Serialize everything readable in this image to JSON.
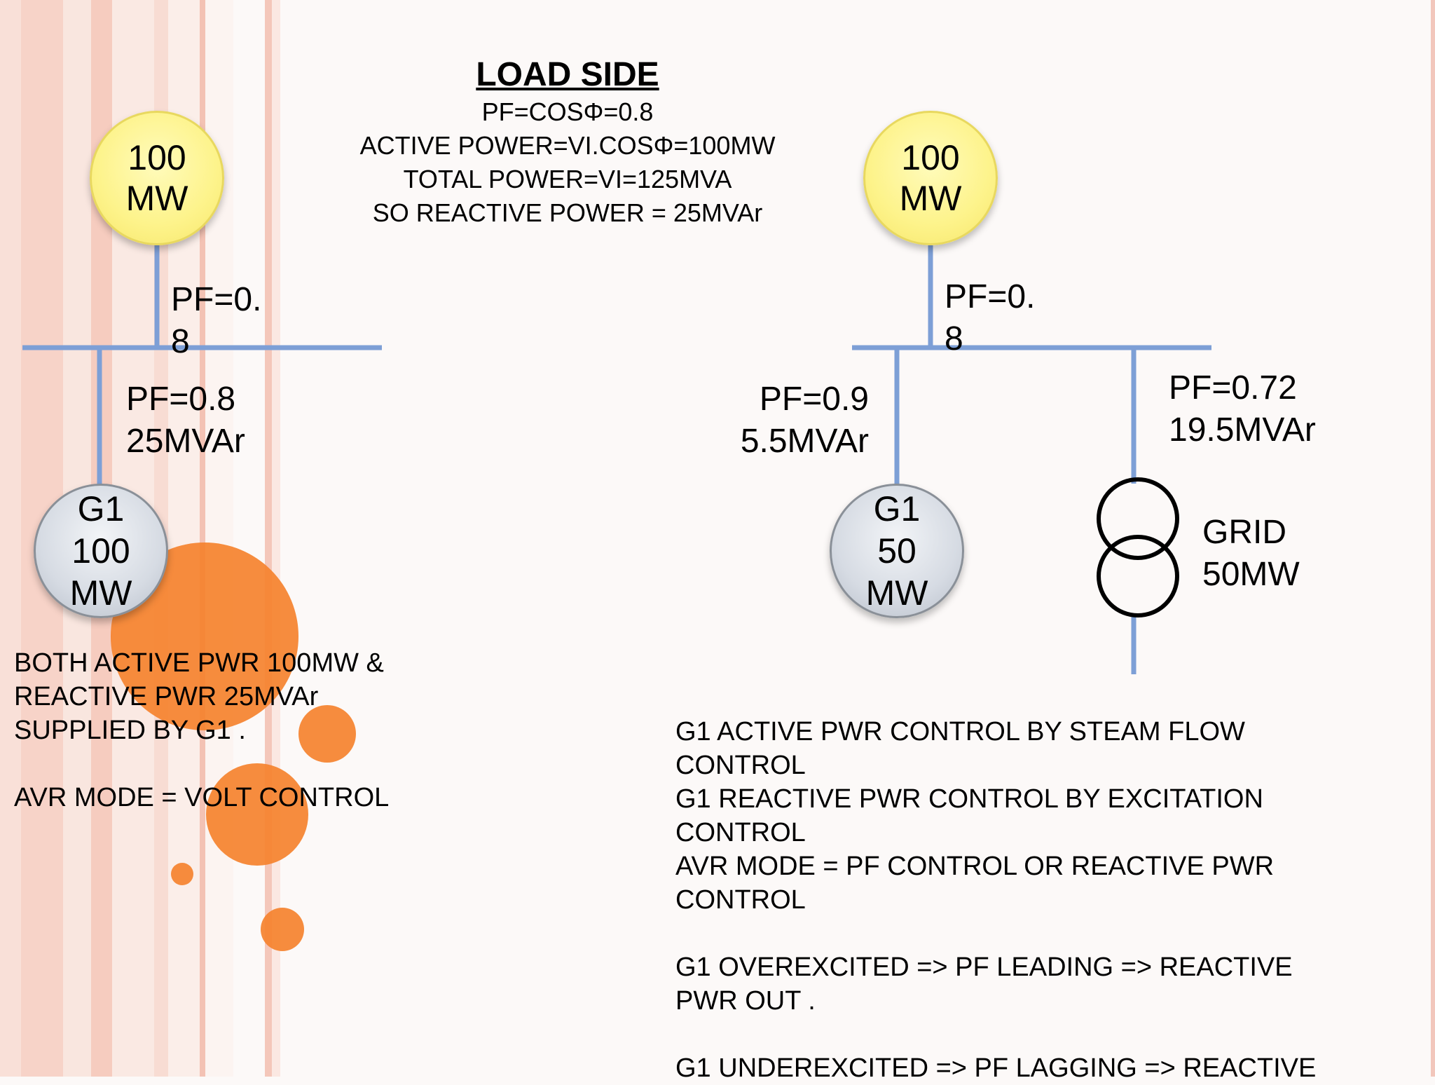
{
  "title_block": {
    "heading": "LOAD SIDE",
    "lines": [
      "PF=COSΦ=0.8",
      "ACTIVE POWER=VI.COSΦ=100MW",
      "TOTAL POWER=VI=125MVA",
      "SO REACTIVE POWER = 25MVAr"
    ]
  },
  "left_diagram": {
    "load": [
      "100",
      "MW"
    ],
    "load_pf": [
      "PF=0.",
      "8"
    ],
    "gen_pf": [
      "PF=0.8",
      "25MVAr"
    ],
    "generator": [
      "G1",
      "100",
      "MW"
    ],
    "notes": [
      "BOTH ACTIVE PWR 100MW &",
      "REACTIVE PWR 25MVAr",
      "SUPPLIED BY G1 .",
      "",
      "AVR MODE = VOLT CONTROL"
    ]
  },
  "right_diagram": {
    "load": [
      "100",
      "MW"
    ],
    "load_pf": [
      "PF=0.",
      "8"
    ],
    "gen_pf": [
      "PF=0.9",
      "5.5MVAr"
    ],
    "grid_pf": [
      "PF=0.72",
      "19.5MVAr"
    ],
    "generator": [
      "G1",
      "50",
      "MW"
    ],
    "grid": [
      "GRID",
      "50MW"
    ],
    "notes": [
      "G1 ACTIVE PWR CONTROL BY STEAM FLOW",
      "CONTROL",
      "G1 REACTIVE PWR CONTROL BY EXCITATION",
      "CONTROL",
      "AVR MODE = PF CONTROL OR REACTIVE PWR",
      "CONTROL",
      "",
      "G1  OVEREXCITED => PF LEADING => REACTIVE",
      "PWR OUT .",
      "",
      "G1  UNDEREXCITED => PF LAGGING => REACTIVE"
    ]
  },
  "colors": {
    "wire": "#7d9fd6",
    "load_fill": "#fdf38a",
    "gen_fill": "#d6dbe3",
    "dot_orange": "#f5822e",
    "stripe_pink": "#f6cfc4"
  }
}
